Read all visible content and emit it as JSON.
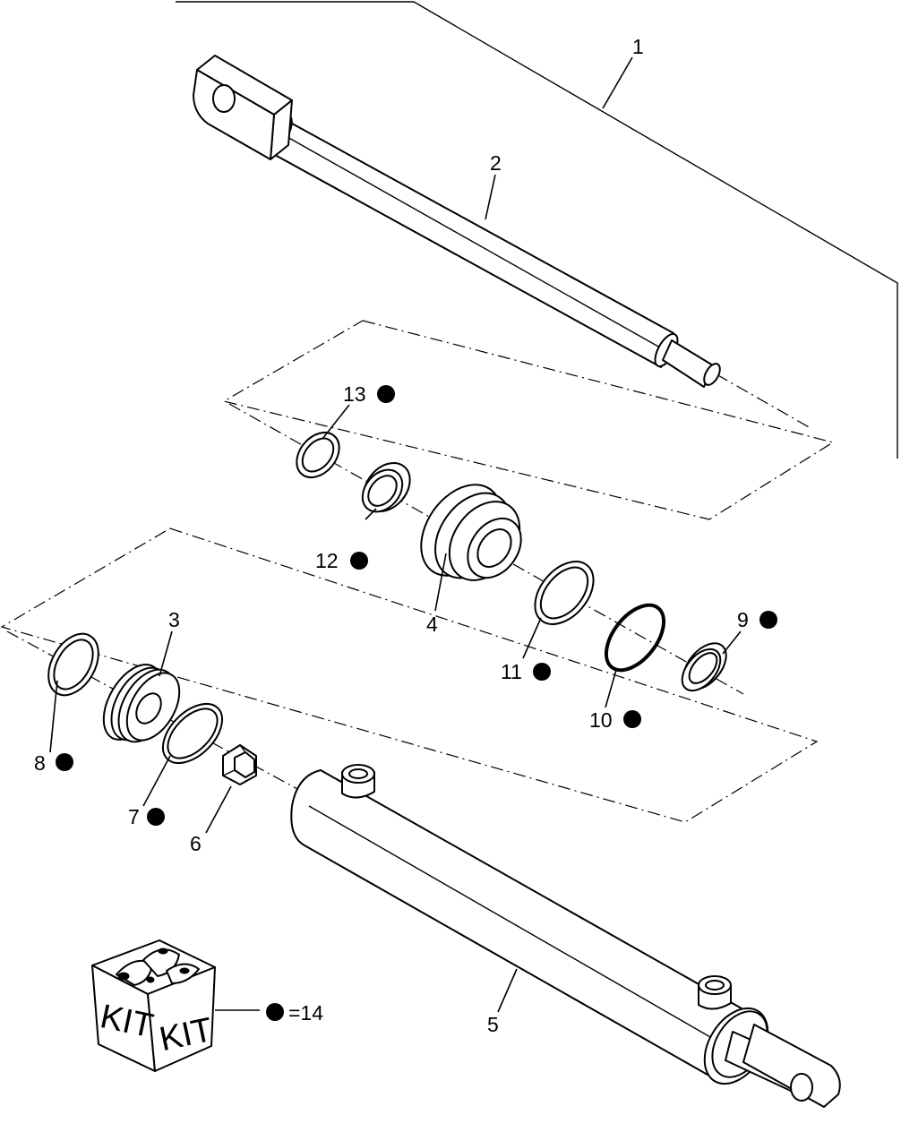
{
  "callouts": [
    {
      "id": "1",
      "label": "1",
      "kit": false
    },
    {
      "id": "2",
      "label": "2",
      "kit": false
    },
    {
      "id": "3",
      "label": "3",
      "kit": false
    },
    {
      "id": "4",
      "label": "4",
      "kit": false
    },
    {
      "id": "5",
      "label": "5",
      "kit": false
    },
    {
      "id": "6",
      "label": "6",
      "kit": false
    },
    {
      "id": "7",
      "label": "7",
      "kit": true
    },
    {
      "id": "8",
      "label": "8",
      "kit": true
    },
    {
      "id": "9",
      "label": "9",
      "kit": true
    },
    {
      "id": "10",
      "label": "10",
      "kit": true
    },
    {
      "id": "11",
      "label": "11",
      "kit": true
    },
    {
      "id": "12",
      "label": "12",
      "kit": true
    },
    {
      "id": "13",
      "label": "13",
      "kit": true
    }
  ],
  "kit": {
    "face_left": "KIT",
    "face_right": "KIT",
    "legend": "=14"
  },
  "colors": {
    "line": "#000000",
    "background": "#ffffff"
  }
}
